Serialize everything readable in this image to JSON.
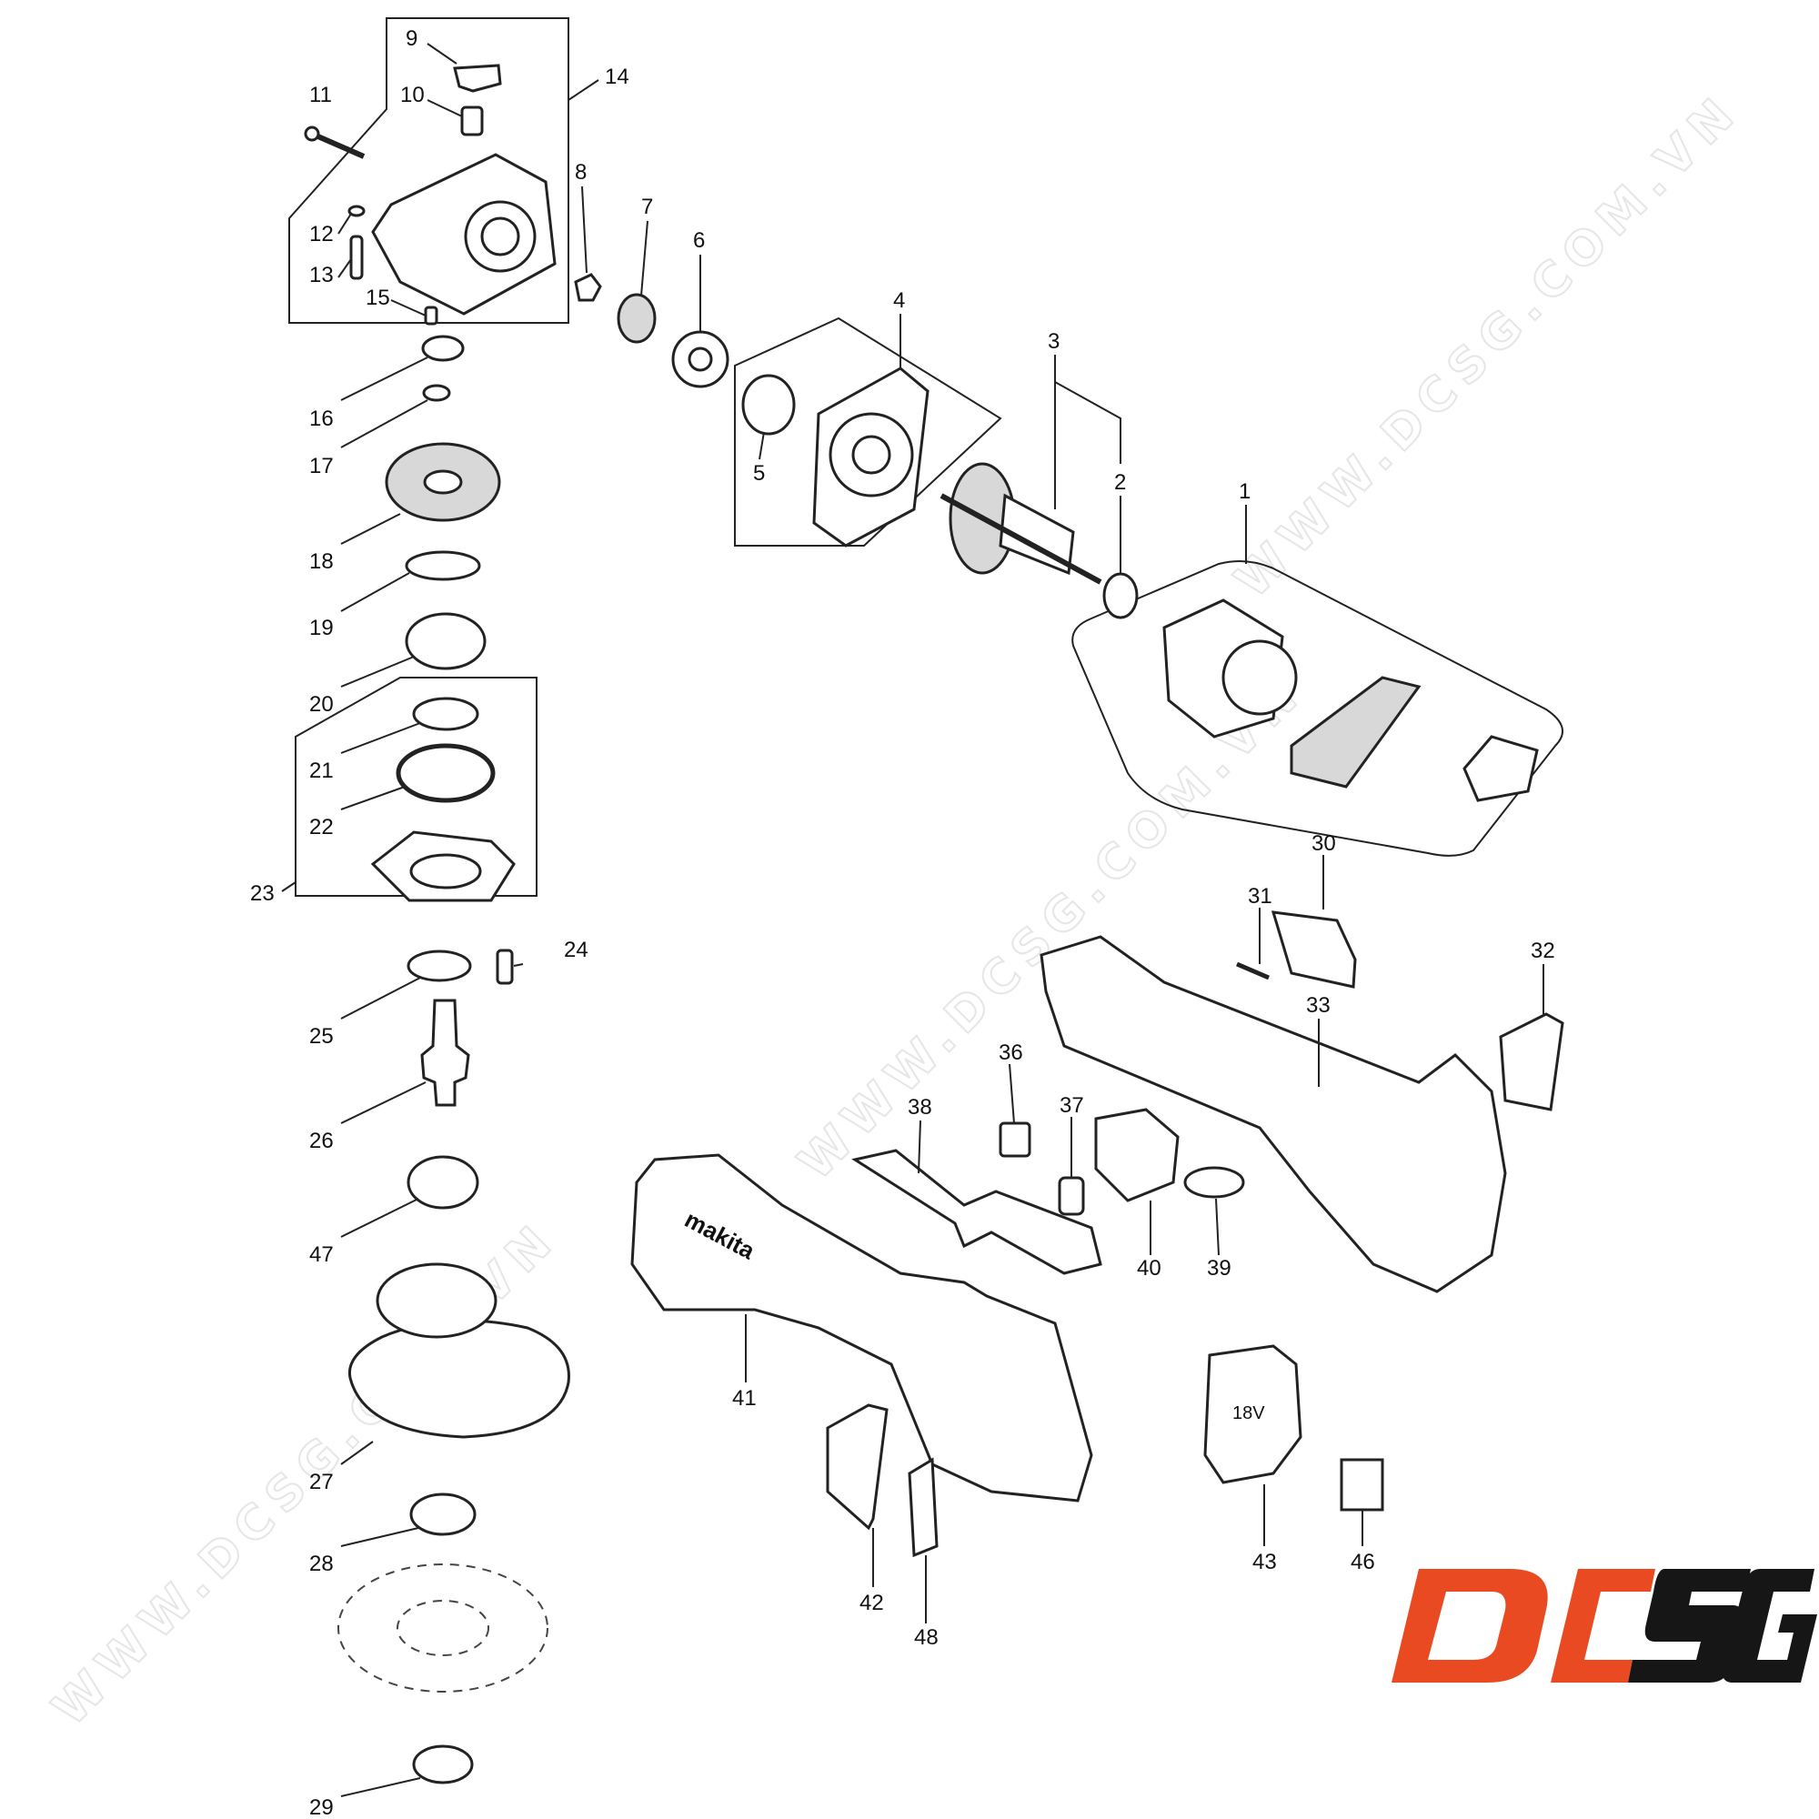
{
  "diagram": {
    "watermark_text": "WWW.DCSG.COM.VN",
    "logo_text": "DCSG",
    "brand_colors": {
      "red": "#ea4a21",
      "black": "#161616"
    },
    "housing_brand_text": "makita",
    "battery_label_text": "18V",
    "callouts": {
      "p1": "1",
      "p2": "2",
      "p3": "3",
      "p4": "4",
      "p5": "5",
      "p6": "6",
      "p7": "7",
      "p8": "8",
      "p9": "9",
      "p10": "10",
      "p11": "11",
      "p12": "12",
      "p13": "13",
      "p14": "14",
      "p15": "15",
      "p16": "16",
      "p17": "17",
      "p18": "18",
      "p19": "19",
      "p20": "20",
      "p21": "21",
      "p22": "22",
      "p23": "23",
      "p24": "24",
      "p25": "25",
      "p26": "26",
      "p27": "27",
      "p28": "28",
      "p29": "29",
      "p30": "30",
      "p31": "31",
      "p32": "32",
      "p33": "33",
      "p36": "36",
      "p37": "37",
      "p38": "38",
      "p39": "39",
      "p40": "40",
      "p41": "41",
      "p42": "42",
      "p43": "43",
      "p46": "46",
      "p47": "47",
      "p48": "48"
    }
  }
}
